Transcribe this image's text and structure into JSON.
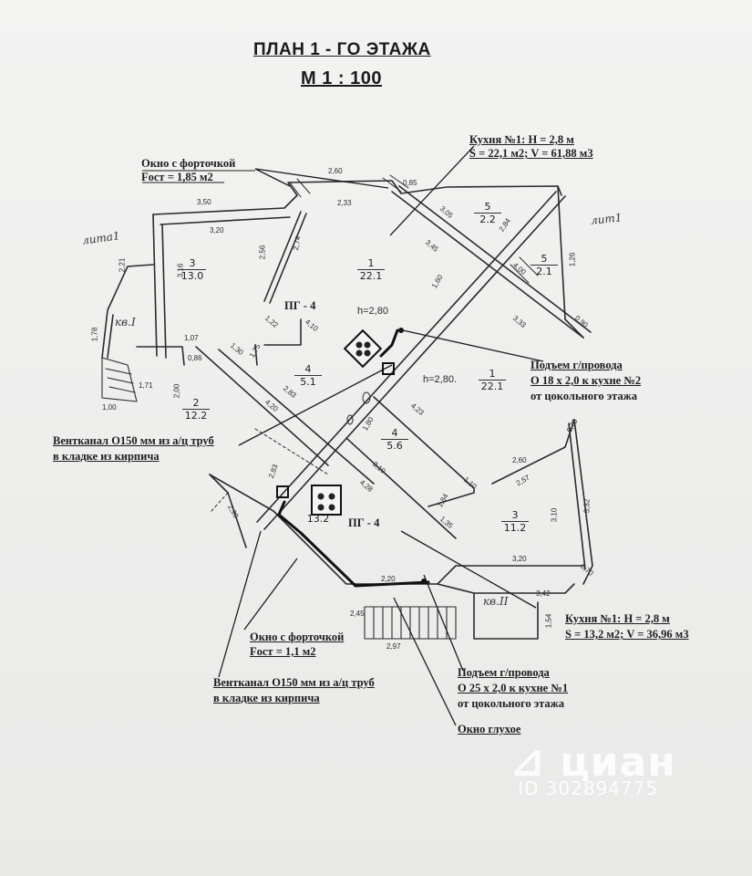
{
  "header": {
    "title": "ПЛАН  1 - ГО ЭТАЖА",
    "scale": "М 1 : 100"
  },
  "notes": {
    "window_top_line1": "Окно с форточкой",
    "window_top_line2": "Fост = 1,85 м2",
    "kitchen1_line1": "Кухня  №1: Н = 2,8 м",
    "kitchen1_line2": "S = 22,1 м2; V = 61,88 м3",
    "gas_riser2_line1": "Подъем  г/провода",
    "gas_riser2_line2": "О 18 х 2,0 к кухне №2",
    "gas_riser2_line3": "от цокольного этажа",
    "vent1_line1": "Вентканал  О150 мм из а/ц труб",
    "vent1_line2": "в кладке из кирпича",
    "kitchen2_line1": "Кухня  №1: Н = 2,8 м",
    "kitchen2_line2": "S = 13,2 м2; V = 36,96 м3",
    "window_bottom_line1": "Окно с форточкой",
    "window_bottom_line2": "Fост = 1,1 м2",
    "vent2_line1": "Вентканал  О150 мм из а/ц труб",
    "vent2_line2": "в кладке из кирпича",
    "gas_riser1_line1": "Подъем  г/провода",
    "gas_riser1_line2": "О 25 х 2,0 к кухне №1",
    "gas_riser1_line3": "от цокольного этажа",
    "blind_window": "Окно глухое"
  },
  "equipment": {
    "pg_top": "ПГ - 4",
    "pg_bottom": "ПГ - 4",
    "h_top": "h=2,80",
    "h_mid": "h=2,80."
  },
  "handwritten": {
    "lita_left": "лита1",
    "lita_right": "лит1",
    "kv1": "кв.I",
    "kv2": "кв.II"
  },
  "rooms": [
    {
      "id": "r1a",
      "num": "1",
      "area": "22.1"
    },
    {
      "id": "r1b",
      "num": "1",
      "area": "22.1"
    },
    {
      "id": "r2",
      "num": "2",
      "area": "12.2"
    },
    {
      "id": "r3a",
      "num": "3",
      "area": "13.0"
    },
    {
      "id": "r3b",
      "num": "3",
      "area": "11.2"
    },
    {
      "id": "r4a",
      "num": "4",
      "area": "5.1"
    },
    {
      "id": "r4b",
      "num": "4",
      "area": "5.6"
    },
    {
      "id": "r5a",
      "num": "5",
      "area": "2.2"
    },
    {
      "id": "r5b",
      "num": "5",
      "area": "2.1"
    },
    {
      "id": "r_small",
      "num": "",
      "area": "13.2"
    }
  ],
  "dimensions": {
    "d260": "2,60",
    "d085": "0,85",
    "d350": "3,50",
    "d320a": "3,20",
    "d233": "2,33",
    "d305": "3,05",
    "d345": "3,45",
    "d284": "2,84",
    "d400": "4,00",
    "d126": "1,26",
    "d256": "2,56",
    "d274": "2,74",
    "d316": "3,16",
    "d221": "2,21",
    "d178": "1,78",
    "d100": "1,00",
    "d171": "1,71",
    "d200": "2,00",
    "d107": "1,07",
    "d086": "0,86",
    "d130": "1,30",
    "d175": "1,75",
    "d420a": "4,20",
    "d283": "2,83",
    "d410": "4,10",
    "d122": "1,22",
    "d180": "1,80",
    "d310": "3,10",
    "d428": "4,28",
    "d423": "4,23",
    "d110": "1,10",
    "d184": "1,84",
    "d135": "1,35",
    "d333": "3,33",
    "d160": "1,60",
    "d090": "0,90",
    "d075": "0,75",
    "d260b": "2,60",
    "d257": "2,57",
    "d310b": "3,10",
    "d332": "3,32",
    "d320b": "3,20",
    "d070": "0,70",
    "d342": "3,42",
    "d220": "2,20",
    "d245": "2,45",
    "d297": "2,97",
    "d154": "1,54",
    "d299": "2,99",
    "d283b": "2,83"
  },
  "watermark": {
    "logo": "⊿ циан",
    "id": "ID 302894775"
  },
  "colors": {
    "paper": "#eeeeed",
    "ink": "#1d1d1d",
    "gas_line": "#111111"
  }
}
